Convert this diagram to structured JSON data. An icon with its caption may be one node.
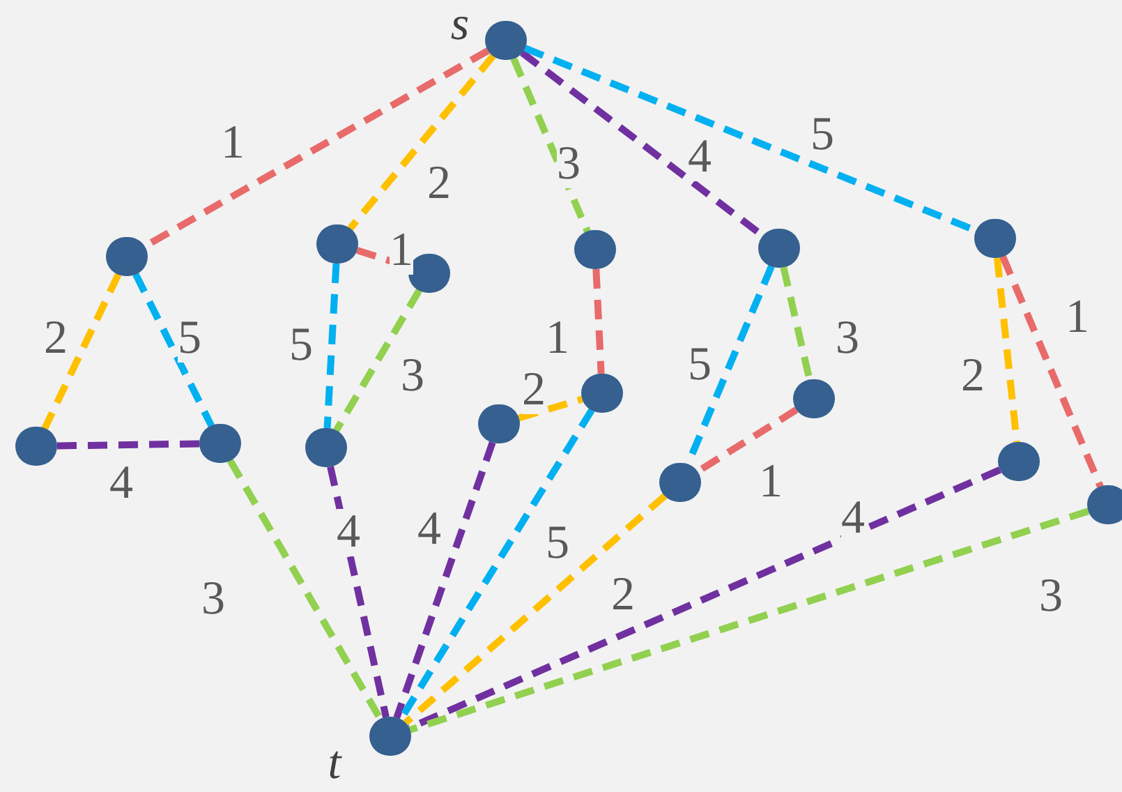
{
  "diagram": {
    "nodes": [
      {
        "text": [],
        "shape": "circle",
        "beside": [
          "s"
        ]
      },
      {
        "text": [],
        "shape": "circle"
      },
      {
        "text": [],
        "shape": "circle"
      },
      {
        "text": [],
        "shape": "circle"
      },
      {
        "text": [],
        "shape": "circle"
      },
      {
        "text": [],
        "shape": "circle"
      },
      {
        "text": [],
        "shape": "circle"
      },
      {
        "text": [],
        "shape": "circle"
      },
      {
        "text": [],
        "shape": "circle"
      },
      {
        "text": [],
        "shape": "circle"
      },
      {
        "text": [],
        "shape": "circle"
      },
      {
        "text": [],
        "shape": "circle"
      },
      {
        "text": [],
        "shape": "circle"
      },
      {
        "text": [],
        "shape": "circle"
      },
      {
        "text": [],
        "shape": "circle"
      },
      {
        "text": [],
        "shape": "circle"
      },
      {
        "text": [],
        "shape": "circle",
        "beside": [
          "t"
        ]
      }
    ],
    "edges": [
      {
        "from": 0,
        "to": 1,
        "arrow": "none",
        "label": "1",
        "style": "dashed",
        "color": "#e86a6a"
      },
      {
        "from": 0,
        "to": 2,
        "arrow": "none",
        "label": "2",
        "style": "dashed",
        "color": "#ffc000"
      },
      {
        "from": 0,
        "to": 4,
        "arrow": "none",
        "label": "3",
        "style": "dashed",
        "color": "#92d050"
      },
      {
        "from": 0,
        "to": 5,
        "arrow": "none",
        "label": "4",
        "style": "dashed",
        "color": "#7030a0"
      },
      {
        "from": 0,
        "to": 6,
        "arrow": "none",
        "label": "5",
        "style": "dashed",
        "color": "#00b0f0"
      },
      {
        "from": 2,
        "to": 3,
        "arrow": "none",
        "label": "1",
        "style": "dashed",
        "color": "#e86a6a"
      },
      {
        "from": 1,
        "to": 7,
        "arrow": "none",
        "label": "2",
        "style": "dashed",
        "color": "#ffc000"
      },
      {
        "from": 1,
        "to": 8,
        "arrow": "none",
        "label": "5",
        "style": "dashed",
        "color": "#00b0f0"
      },
      {
        "from": 7,
        "to": 8,
        "arrow": "none",
        "label": "4",
        "style": "dashed",
        "color": "#7030a0"
      },
      {
        "from": 2,
        "to": 9,
        "arrow": "none",
        "label": "5",
        "style": "dashed",
        "color": "#00b0f0"
      },
      {
        "from": 3,
        "to": 9,
        "arrow": "none",
        "label": "3",
        "style": "dashed",
        "color": "#92d050"
      },
      {
        "from": 4,
        "to": 11,
        "arrow": "none",
        "label": "1",
        "style": "dashed",
        "color": "#e86a6a"
      },
      {
        "from": 10,
        "to": 11,
        "arrow": "none",
        "label": "2",
        "style": "dashed",
        "color": "#ffc000"
      },
      {
        "from": 5,
        "to": 13,
        "arrow": "none",
        "label": "5",
        "style": "dashed",
        "color": "#00b0f0"
      },
      {
        "from": 5,
        "to": 12,
        "arrow": "none",
        "label": "3",
        "style": "dashed",
        "color": "#92d050"
      },
      {
        "from": 12,
        "to": 13,
        "arrow": "none",
        "label": "1",
        "style": "dashed",
        "color": "#e86a6a"
      },
      {
        "from": 6,
        "to": 14,
        "arrow": "none",
        "label": "2",
        "style": "dashed",
        "color": "#ffc000"
      },
      {
        "from": 6,
        "to": 15,
        "arrow": "none",
        "label": "1",
        "style": "dashed",
        "color": "#e86a6a"
      },
      {
        "from": 8,
        "to": 16,
        "arrow": "none",
        "label": "3",
        "style": "dashed",
        "color": "#92d050"
      },
      {
        "from": 9,
        "to": 16,
        "arrow": "none",
        "label": "4",
        "style": "dashed",
        "color": "#7030a0"
      },
      {
        "from": 10,
        "to": 16,
        "arrow": "none",
        "label": "4",
        "style": "dashed",
        "color": "#7030a0"
      },
      {
        "from": 11,
        "to": 16,
        "arrow": "none",
        "label": "5",
        "style": "dashed",
        "color": "#00b0f0"
      },
      {
        "from": 13,
        "to": 16,
        "arrow": "none",
        "label": "2",
        "style": "dashed",
        "color": "#ffc000"
      },
      {
        "from": 14,
        "to": 16,
        "arrow": "none",
        "label": "4",
        "style": "dashed",
        "color": "#7030a0"
      },
      {
        "from": 15,
        "to": 16,
        "arrow": "none",
        "label": "3",
        "style": "dashed",
        "color": "#92d050"
      }
    ]
  }
}
